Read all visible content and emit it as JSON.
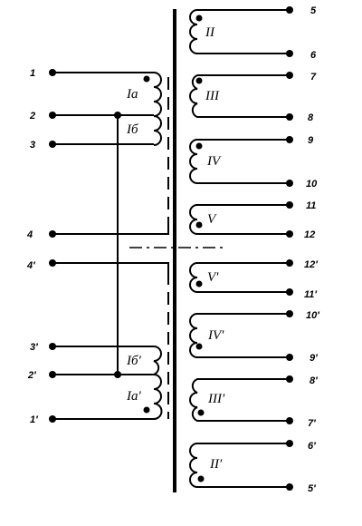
{
  "left_terminals": {
    "t1": "1",
    "t2": "2",
    "t3": "3",
    "t4": "4",
    "t4p": "4′",
    "t3p": "3′",
    "t2p": "2′",
    "t1p": "1′"
  },
  "right_terminals": {
    "t5": "5",
    "t6": "6",
    "t7": "7",
    "t8": "8",
    "t9": "9",
    "t10": "10",
    "t11": "11",
    "t12": "12",
    "t12p": "12′",
    "t11p": "11′",
    "t10p": "10′",
    "t9p": "9′",
    "t8p": "8′",
    "t7p": "7′",
    "t6p": "6′",
    "t5p": "5′"
  },
  "windings": {
    "Ia": "Ia",
    "Ib": "Iб",
    "Ibp": "Iб′",
    "Iap": "Ia′",
    "II": "II",
    "III": "III",
    "IV": "IV",
    "V": "V",
    "Vp": "V′",
    "IVp": "IV′",
    "IIIp": "III′",
    "IIp": "II′"
  }
}
